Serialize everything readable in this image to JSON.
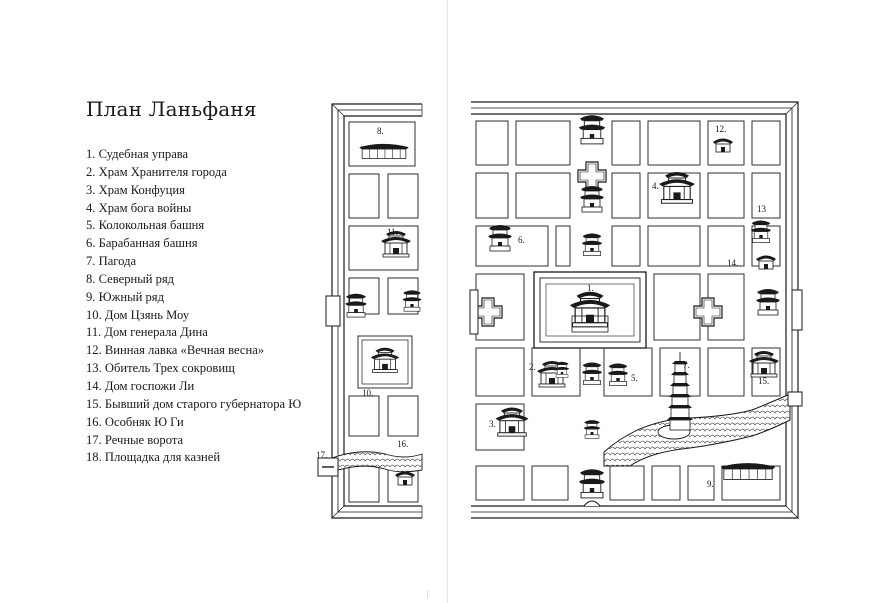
{
  "title": "План Ланьфаня",
  "legend": [
    "1. Судебная управа",
    "2. Храм Хранителя города",
    "3. Храм Конфуция",
    "4. Храм бога войны",
    "5. Колокольная башня",
    "6. Барабанная башня",
    "7. Пагода",
    "8. Северный ряд",
    "9. Южный ряд",
    "10. Дом Цзянь Моу",
    "11. Дом генерала Дина",
    "12. Винная лавка «Вечная весна»",
    "13. Обитель Трех сокровищ",
    "14. Дом госпожи Ли",
    "15. Бывший дом старого губернатора Ю",
    "16. Особняк Ю Ги",
    "17. Речные ворота",
    "18. Площадка для казней"
  ],
  "map_labels": [
    "1.",
    "2.",
    "3.",
    "4.",
    "5.",
    "6.",
    "7.",
    "8.",
    "9.",
    "10.",
    "11.",
    "12.",
    "13",
    "14.",
    "15.",
    "16.",
    "17."
  ],
  "colors": {
    "ink": "#1a1a1a",
    "paper": "#ffffff",
    "gutter": "#e6e6e6"
  }
}
